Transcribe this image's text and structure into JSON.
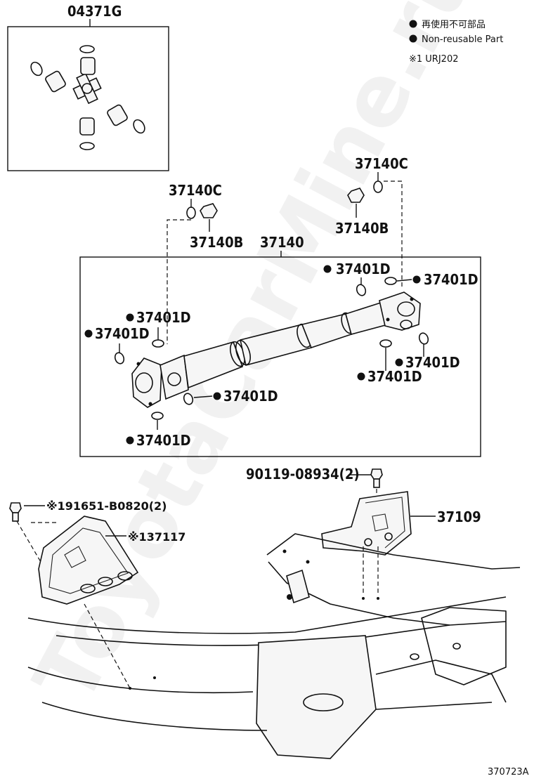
{
  "watermark": "ToyotaCarMine.ru",
  "legend": {
    "line1": "再使用不可部品",
    "line2": "Non-reusable Part",
    "line3": "※1 URJ202"
  },
  "labels": {
    "kit": "04371G",
    "c140c_left": "37140C",
    "c140b_left": "37140B",
    "shaft": "37140",
    "c140c_right": "37140C",
    "c140b_right": "37140B",
    "d1": "37401D",
    "d2": "37401D",
    "d3": "37401D",
    "d4": "37401D",
    "d5": "37401D",
    "d6": "37401D",
    "d7": "37401D",
    "d8": "37401D",
    "bolt_top": "90119-08934(2)",
    "bolt_left": "※191651-B0820(2)",
    "bracket_left": "※137117",
    "bracket_right": "37109"
  },
  "figure_id": "370723A"
}
